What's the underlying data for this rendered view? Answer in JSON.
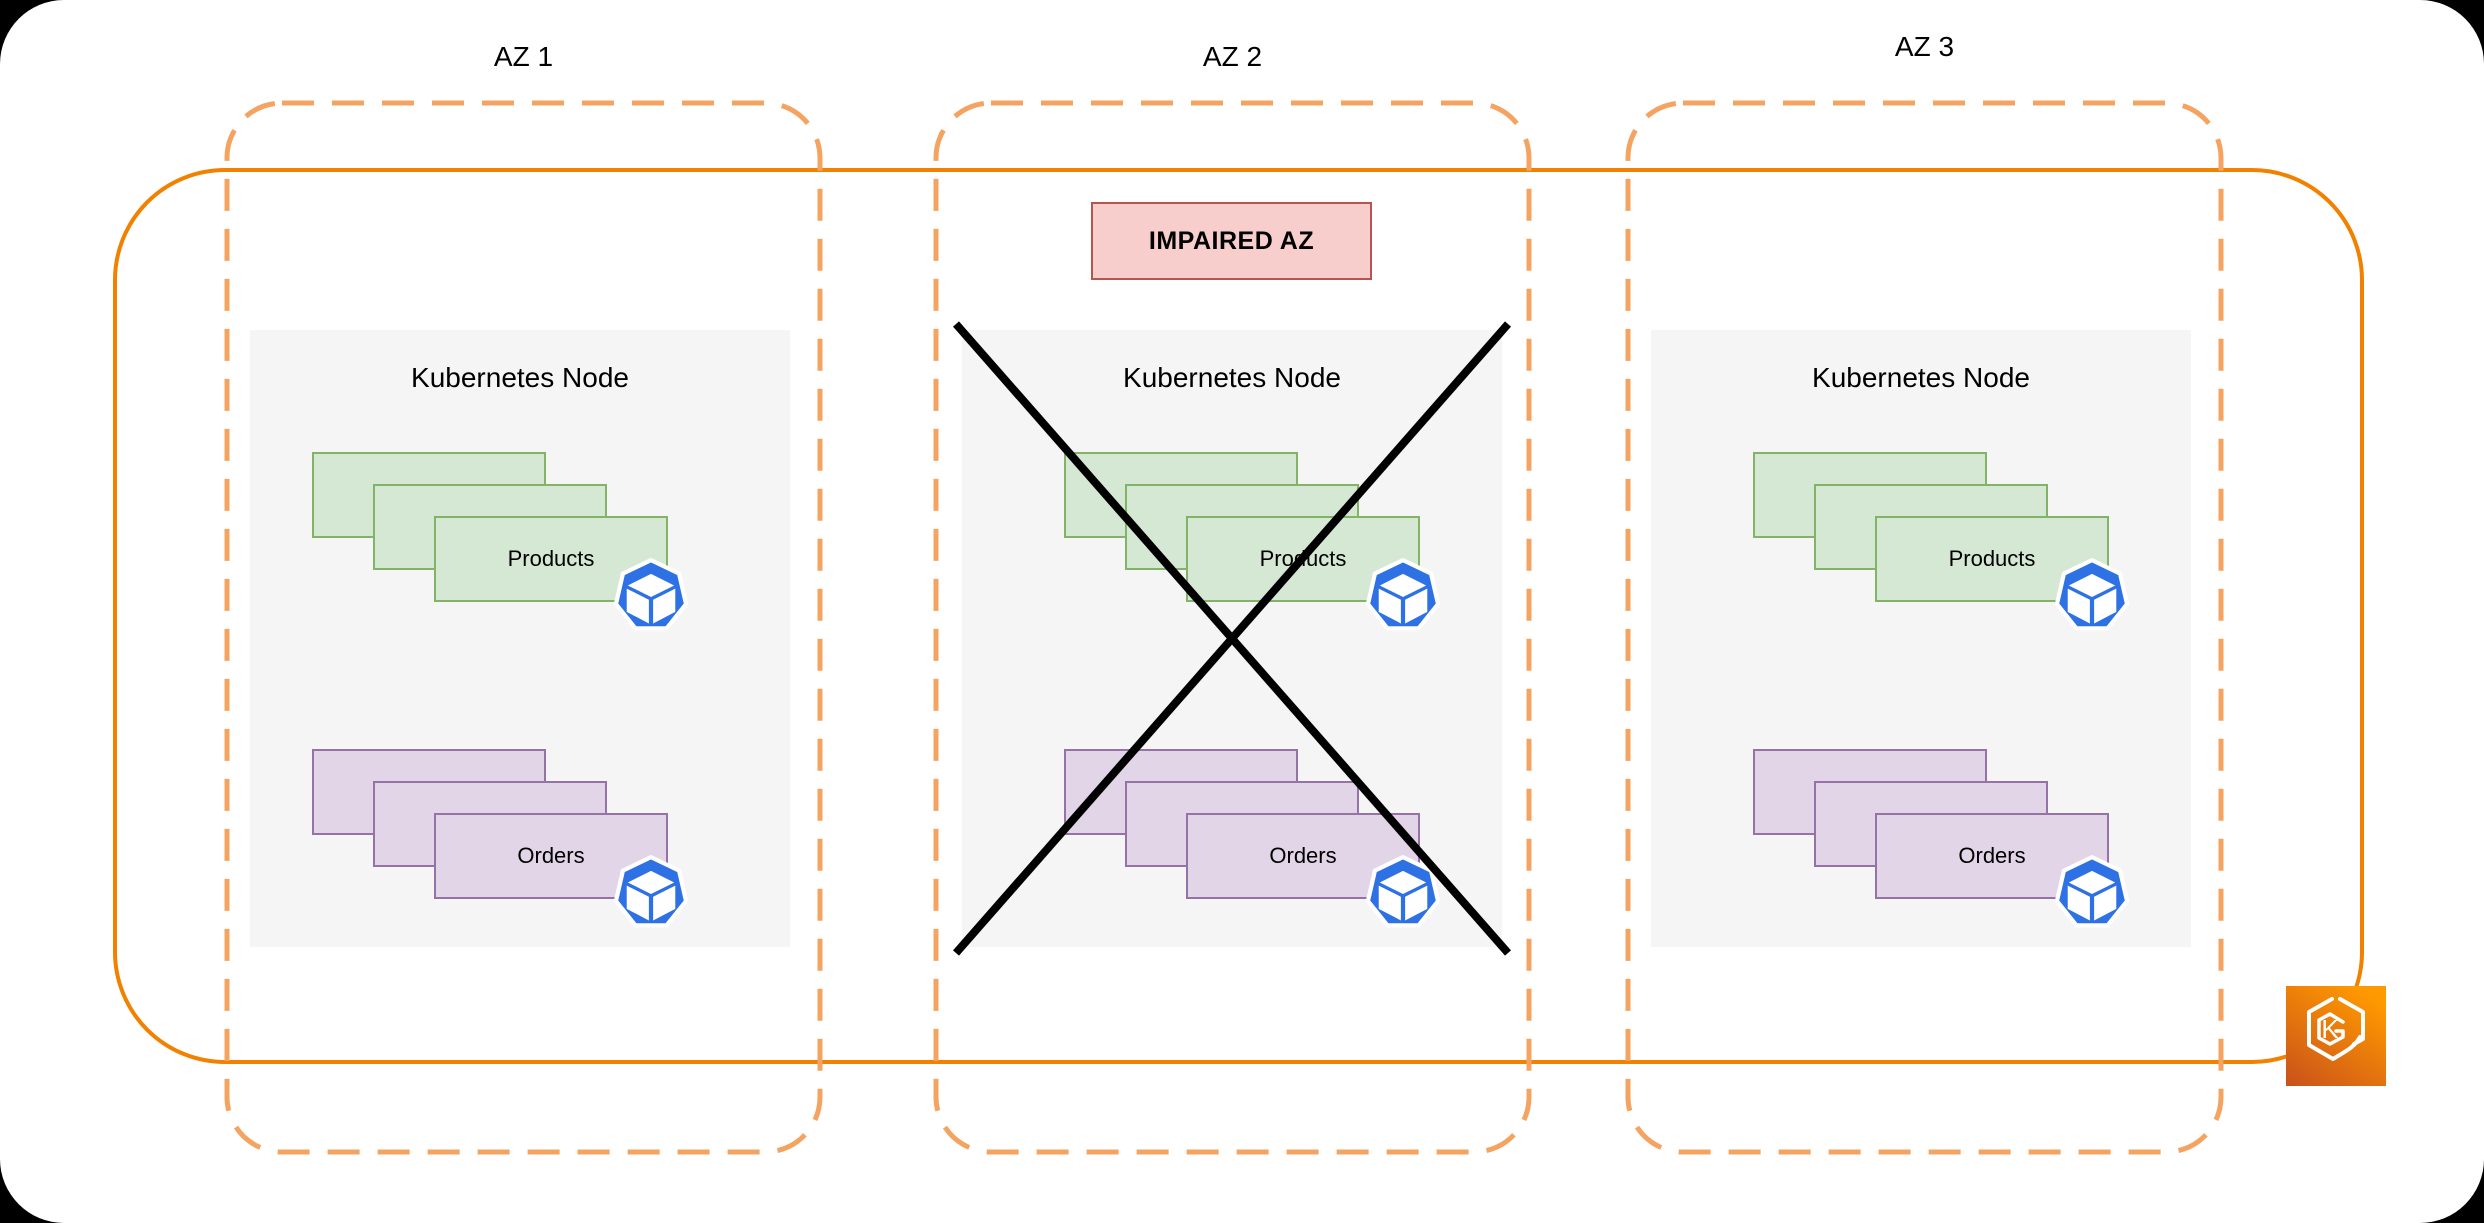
{
  "diagram": {
    "availability_zones": [
      {
        "label": "AZ 1"
      },
      {
        "label": "AZ 2",
        "banner": "IMPAIRED AZ"
      },
      {
        "label": "AZ 3"
      }
    ],
    "nodes": [
      {
        "title": "Kubernetes Node",
        "crossed_out": false,
        "workloads": [
          {
            "label": "Products",
            "replicas": 3
          },
          {
            "label": "Orders",
            "replicas": 3
          }
        ]
      },
      {
        "title": "Kubernetes Node",
        "crossed_out": true,
        "workloads": [
          {
            "label": "Products",
            "replicas": 3
          },
          {
            "label": "Orders",
            "replicas": 3
          }
        ]
      },
      {
        "title": "Kubernetes Node",
        "crossed_out": false,
        "workloads": [
          {
            "label": "Products",
            "replicas": 3
          },
          {
            "label": "Orders",
            "replicas": 3
          }
        ]
      }
    ],
    "eks_icon_letter": "K",
    "colors": {
      "cluster_border_solid": "#F28100",
      "az_border_dashed": "#F4A460",
      "node_fill": "#F5F5F5",
      "products_fill": "#D5E8D4",
      "products_border": "#82B366",
      "orders_fill": "#E1D5E7",
      "orders_border": "#9673A6",
      "banner_fill": "#F8CECC",
      "banner_border": "#B85450",
      "pod_icon_blue": "#2E71E5",
      "eks_gradient_start": "#C8511B",
      "eks_gradient_end": "#FF9900",
      "cross": "#000000",
      "canvas": "#FFFFFF",
      "background": "#000000"
    }
  }
}
